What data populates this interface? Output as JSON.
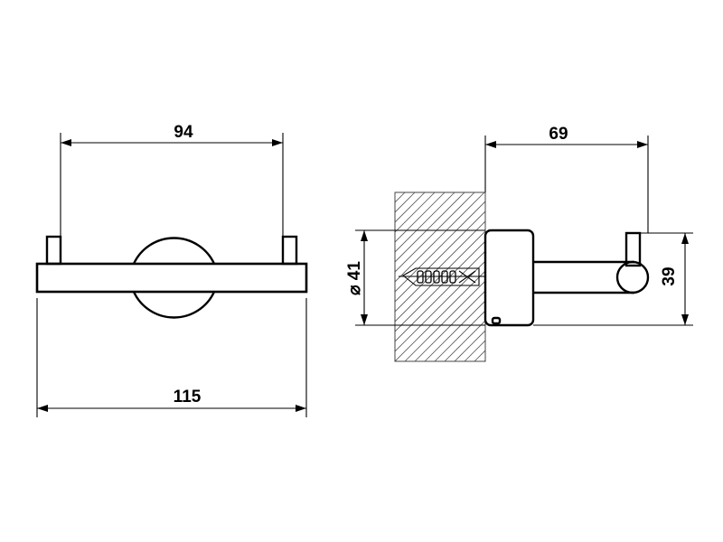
{
  "front_view": {
    "dim_top": "94",
    "dim_bottom": "115"
  },
  "side_view": {
    "dim_top": "69",
    "dim_left": "⌀ 41",
    "dim_right": "39"
  }
}
